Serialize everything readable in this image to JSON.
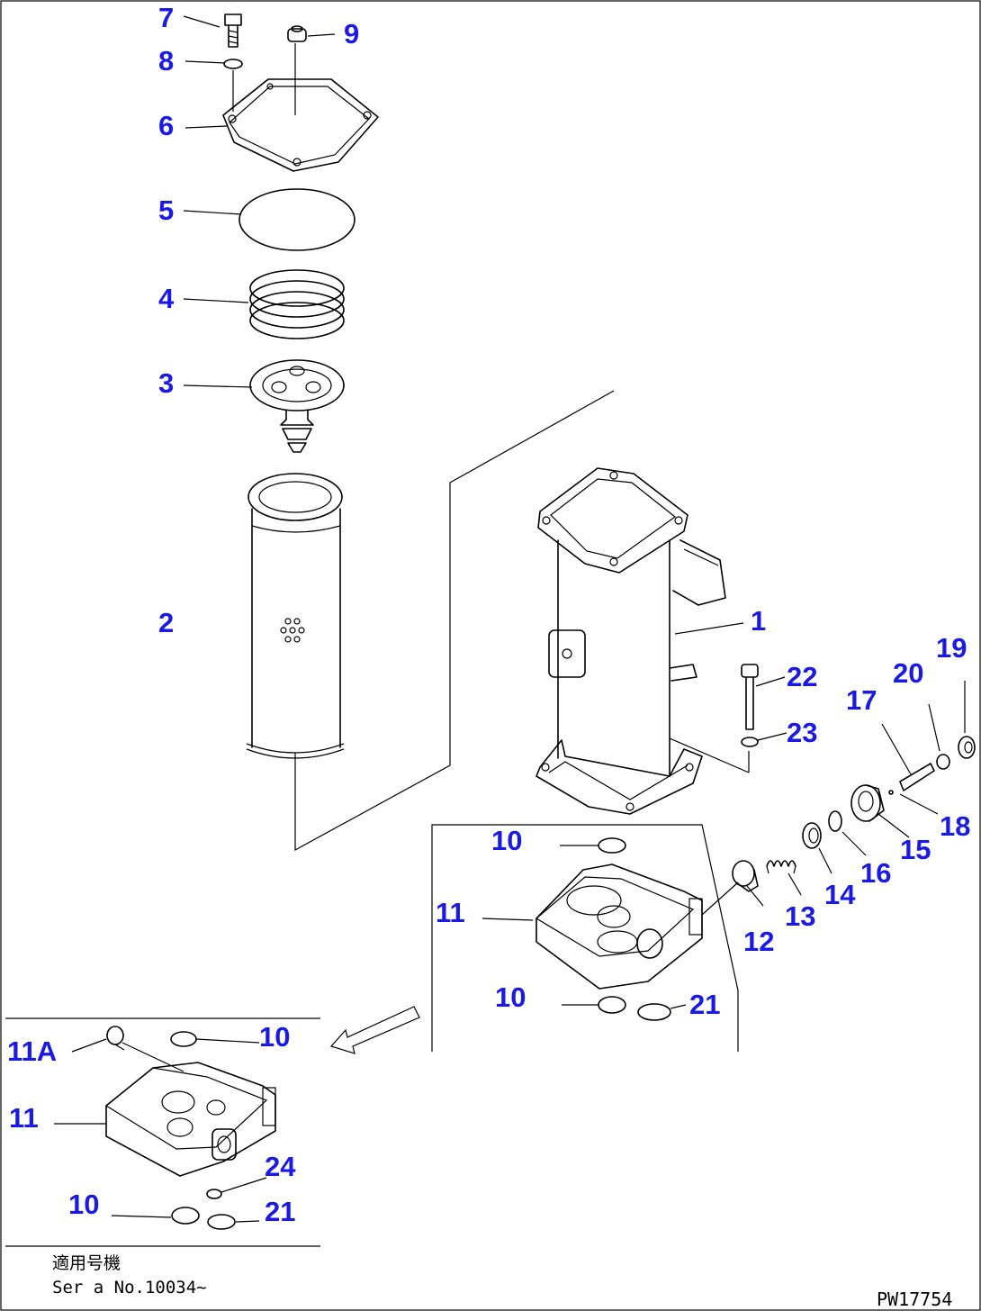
{
  "callouts": {
    "p1": "1",
    "p2": "2",
    "p3": "3",
    "p4": "4",
    "p5": "5",
    "p6": "6",
    "p7": "7",
    "p8": "8",
    "p9": "9",
    "p10a": "10",
    "p10b": "10",
    "p10c": "10",
    "p10d": "10",
    "p11a": "11",
    "p11b": "11",
    "p11A": "11A",
    "p12": "12",
    "p13": "13",
    "p14": "14",
    "p15": "15",
    "p16": "16",
    "p17": "17",
    "p18": "18",
    "p19": "19",
    "p20": "20",
    "p21a": "21",
    "p21b": "21",
    "p22": "22",
    "p23": "23",
    "p24": "24"
  },
  "inset": {
    "applicability_label": "適用号機",
    "serial_text": "Ser a No.10034~"
  },
  "drawing_code": "PW17754"
}
